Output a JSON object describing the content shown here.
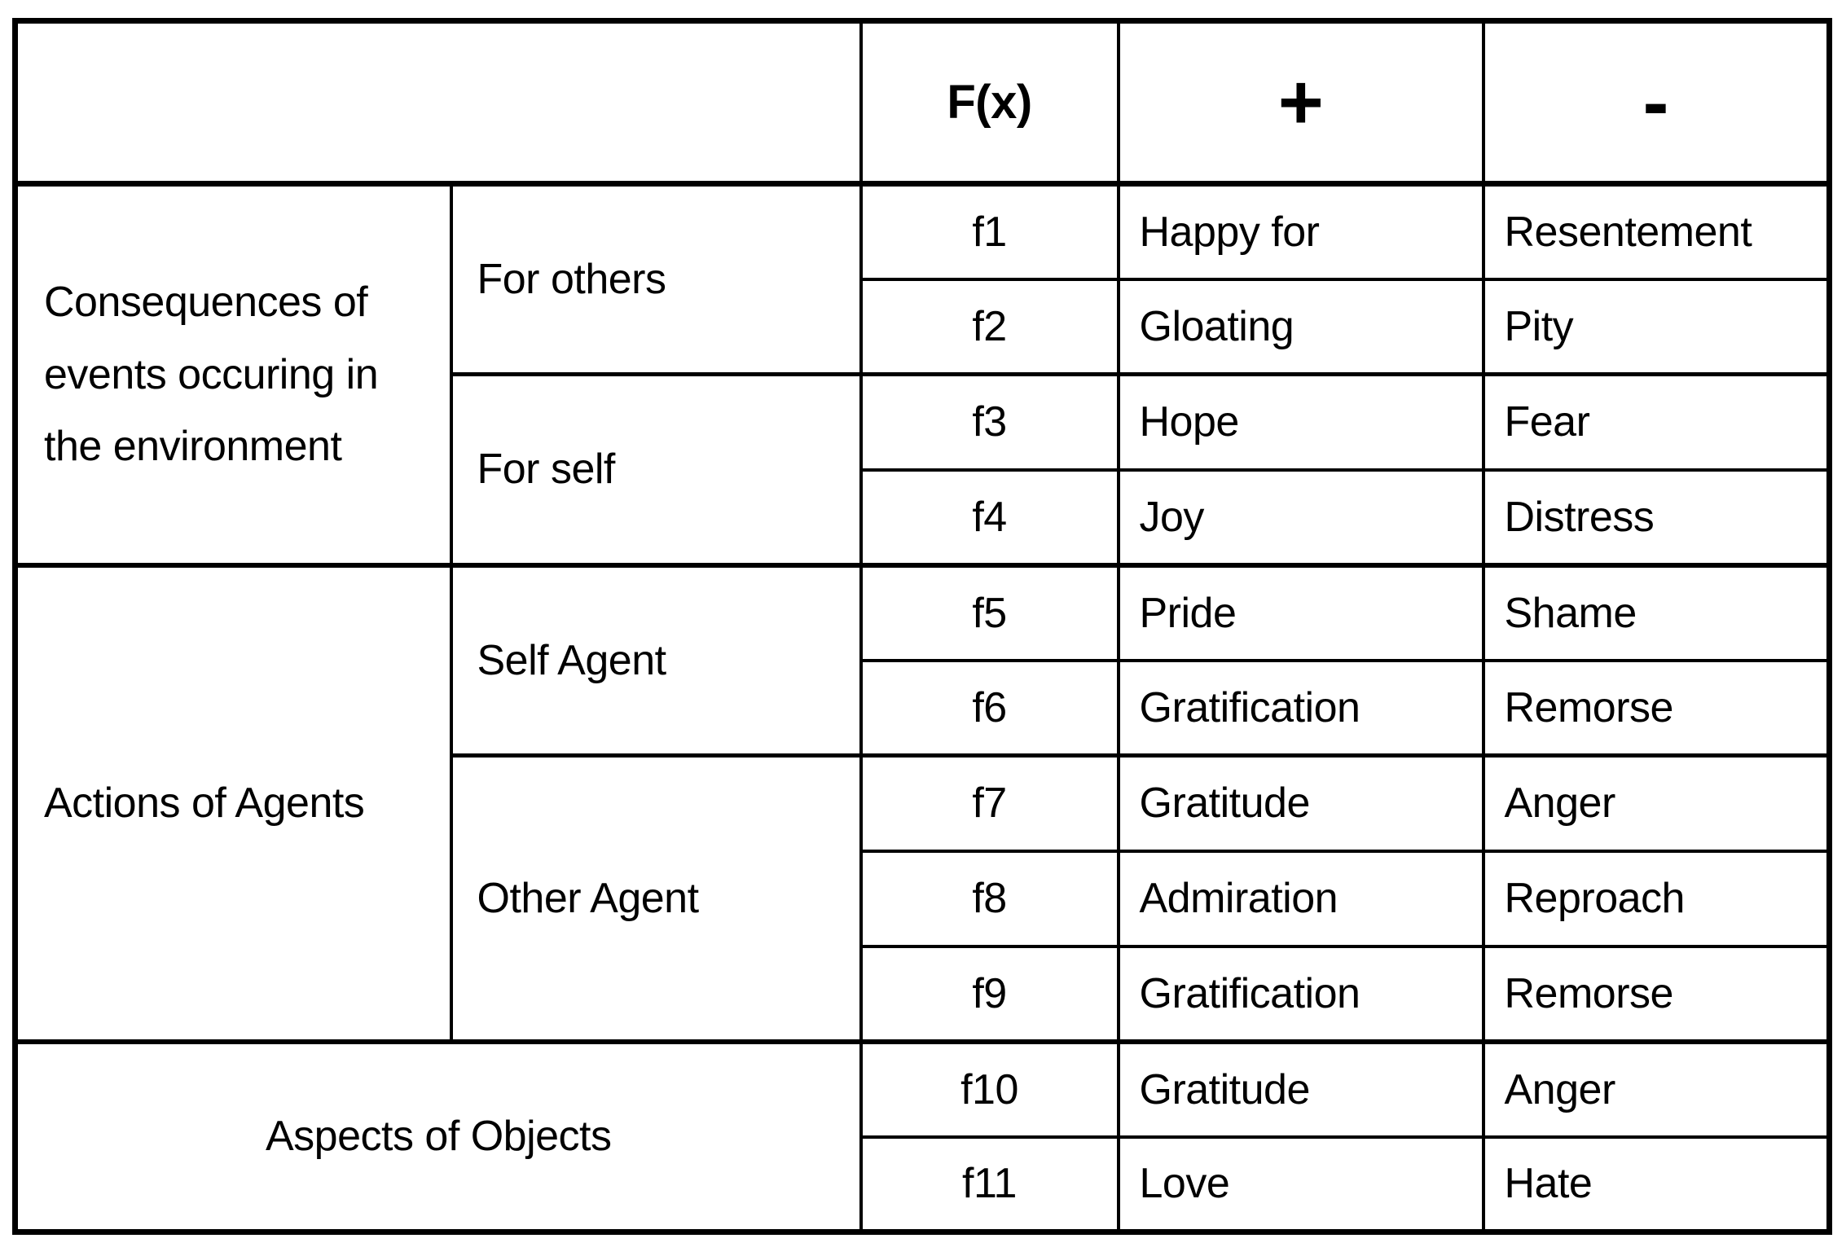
{
  "table": {
    "header": {
      "corner": "",
      "fx": "F(x)",
      "plus": "+",
      "minus": "-"
    },
    "sections": [
      {
        "category": "Consequences of events occuring in the environment",
        "groups": [
          {
            "label": "For others",
            "rows": [
              {
                "f": "f1",
                "positive": "Happy for",
                "negative": "Resentement"
              },
              {
                "f": "f2",
                "positive": "Gloating",
                "negative": "Pity"
              }
            ]
          },
          {
            "label": "For self",
            "rows": [
              {
                "f": "f3",
                "positive": "Hope",
                "negative": "Fear"
              },
              {
                "f": "f4",
                "positive": "Joy",
                "negative": "Distress"
              }
            ]
          }
        ]
      },
      {
        "category": "Actions of Agents",
        "groups": [
          {
            "label": "Self Agent",
            "rows": [
              {
                "f": "f5",
                "positive": "Pride",
                "negative": "Shame"
              },
              {
                "f": "f6",
                "positive": "Gratification",
                "negative": "Remorse"
              }
            ]
          },
          {
            "label": "Other Agent",
            "rows": [
              {
                "f": "f7",
                "positive": "Gratitude",
                "negative": "Anger"
              },
              {
                "f": "f8",
                "positive": "Admiration",
                "negative": "Reproach"
              },
              {
                "f": "f9",
                "positive": "Gratification",
                "negative": "Remorse"
              }
            ]
          }
        ]
      },
      {
        "category": "Aspects of Objects",
        "groups": [
          {
            "label": "",
            "rows": [
              {
                "f": "f10",
                "positive": "Gratitude",
                "negative": "Anger"
              },
              {
                "f": "f11",
                "positive": "Love",
                "negative": "Hate"
              }
            ]
          }
        ]
      }
    ]
  },
  "colors": {
    "background": "#ffffff",
    "text": "#000000",
    "border": "#000000"
  }
}
